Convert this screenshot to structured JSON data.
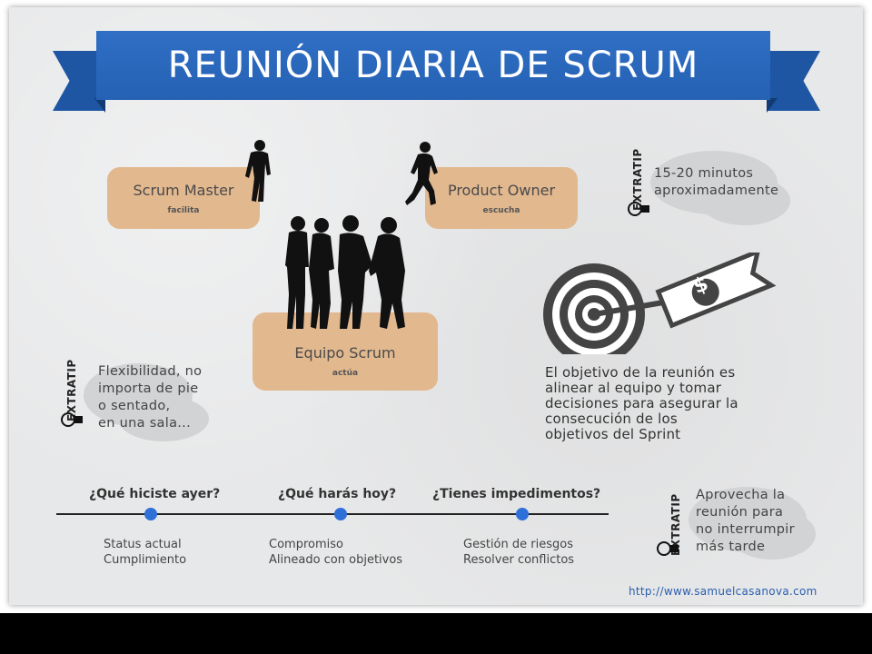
{
  "title": "REUNIÓN DIARIA DE SCRUM",
  "roles": {
    "scrum_master": {
      "name": "Scrum Master",
      "action": "facilita"
    },
    "product_owner": {
      "name": "Product Owner",
      "action": "escucha"
    },
    "team": {
      "name": "Equipo Scrum",
      "action": "actúa"
    }
  },
  "tips": {
    "label": "EXTRATIP",
    "tip1": [
      "15-20 minutos",
      "aproximadamente"
    ],
    "tip2": [
      "Flexibilidad, no",
      "importa de pie",
      "o sentado,",
      "en una sala..."
    ],
    "tip3": [
      "Aprovecha la",
      "reunión para",
      "no interrumpir",
      "más tarde"
    ]
  },
  "objective": [
    "El objetivo de la reunión es",
    "alinear al equipo y tomar",
    "decisiones para asegurar la",
    "consecución de los",
    "objetivos del Sprint"
  ],
  "questions": [
    {
      "q": "¿Qué hiciste ayer?",
      "a": [
        "Status actual",
        "Cumplimiento"
      ]
    },
    {
      "q": "¿Qué harás hoy?",
      "a": [
        "Compromiso",
        "Alineado con objetivos"
      ]
    },
    {
      "q": "¿Tienes impedimentos?",
      "a": [
        "Gestión de riesgos",
        "Resolver conflictos"
      ]
    }
  ],
  "dollar_sign": "$",
  "url": "http://www.samuelcasanova.com",
  "colors": {
    "ribbon": "#2561b4",
    "role_box": "#e2b88f",
    "dot": "#2f6fd8",
    "cloud": "#d2d3d4"
  },
  "icons": [
    "lightbulb-icon",
    "target-icon",
    "dollar-bill-icon",
    "person-silhouette-icon"
  ]
}
